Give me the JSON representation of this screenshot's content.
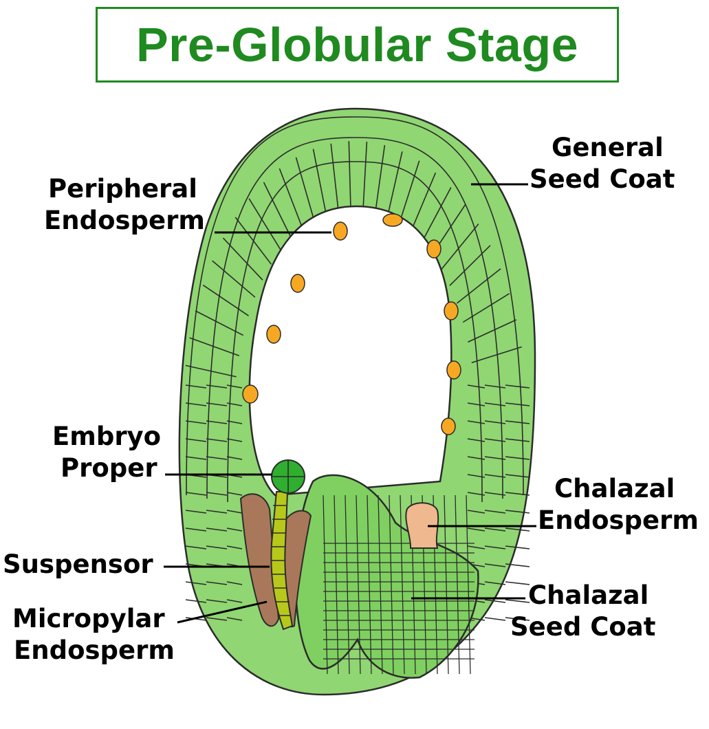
{
  "title": "Pre-Globular Stage",
  "colors": {
    "title": "#1f8a1f",
    "seed_coat": "#90d672",
    "cell_outline": "#2b2b2b",
    "peripheral_endosperm": "#f7a823",
    "embryo_proper": "#2fae2f",
    "suspensor": "#b8c81a",
    "micropylar_endosperm": "#a9785a",
    "chalazal_endosperm": "#f0b88e",
    "chalazal_seed_coat": "#7fd060"
  },
  "labels": {
    "general_seed_coat": [
      "General",
      "Seed Coat"
    ],
    "peripheral_endosperm": [
      "Peripheral",
      "Endosperm"
    ],
    "embryo_proper": [
      "Embryo",
      "Proper"
    ],
    "chalazal_endosperm": [
      "Chalazal",
      "Endosperm"
    ],
    "suspensor": [
      "Suspensor"
    ],
    "micropylar_endosperm": [
      "Micropylar",
      "Endosperm"
    ],
    "chalazal_seed_coat": [
      "Chalazal",
      "Seed Coat"
    ]
  }
}
